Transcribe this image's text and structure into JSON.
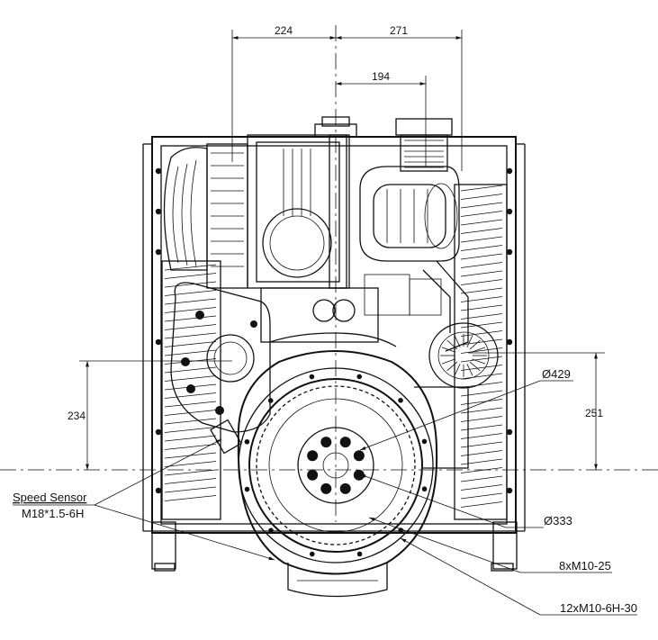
{
  "dimensions": {
    "top_left_width": "224",
    "top_right_width": "271",
    "offset_194": "194",
    "left_height": "234",
    "right_height": "251"
  },
  "callouts": {
    "diameter_429": "Ø429",
    "diameter_333": "Ø333",
    "bolts_8": "8xM10-25",
    "bolts_12": "12xM10-6H-30",
    "speed_sensor_title": "Speed Sensor",
    "speed_sensor_thread": "M18*1.5-6H"
  }
}
